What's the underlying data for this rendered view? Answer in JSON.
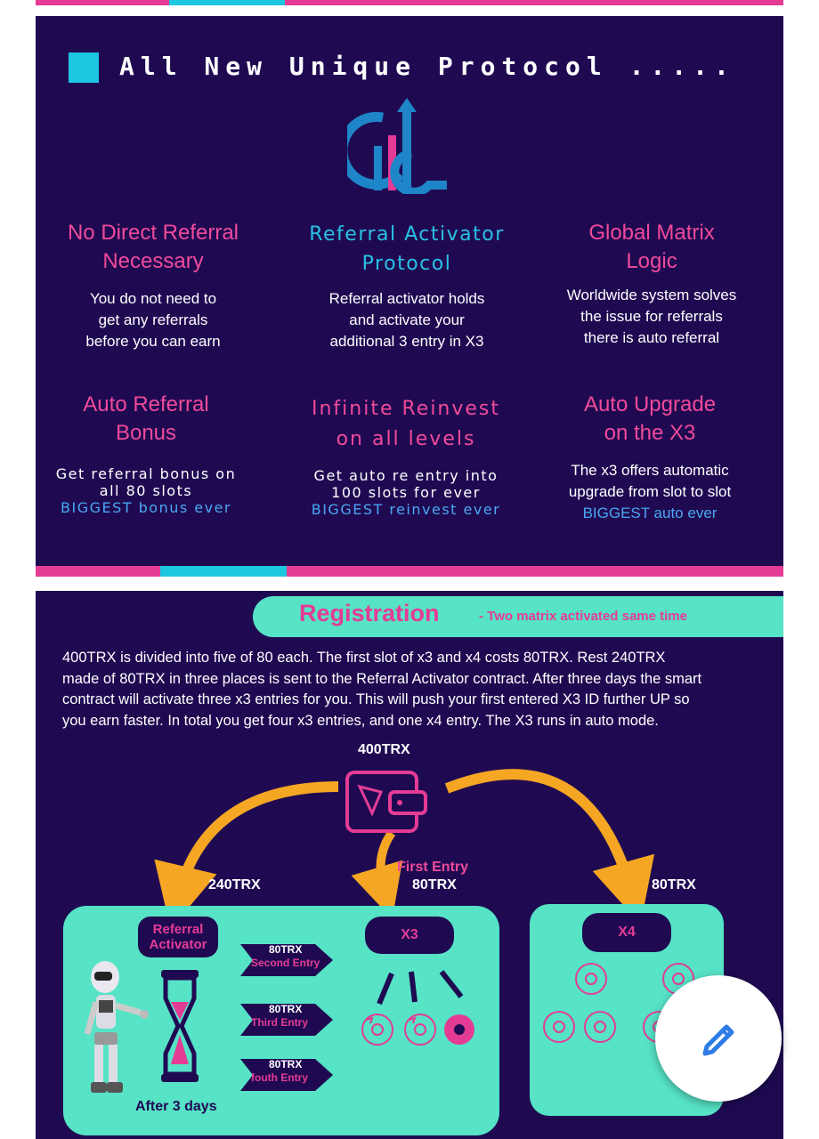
{
  "panel1": {
    "heading": "All New Unique Protocol .....",
    "features": [
      {
        "title_lines": [
          "No Direct Referral",
          "Necessary"
        ],
        "desc_lines": [
          "You do not need to",
          "get any referrals",
          "before you can earn"
        ]
      },
      {
        "title_lines": [
          "Referral Activator",
          "Protocol"
        ],
        "desc_lines": [
          "Referral activator holds",
          "and activate your",
          "additional 3 entry in X3"
        ]
      },
      {
        "title_lines": [
          "Global Matrix",
          "Logic"
        ],
        "desc_lines": [
          "Worldwide system solves",
          "the issue for referrals",
          "there is auto referral"
        ]
      },
      {
        "title_lines": [
          "Auto Referral",
          "Bonus"
        ],
        "desc_lines": [
          "Get referral bonus on",
          "all 80 slots"
        ],
        "highlight": "BIGGEST bonus ever"
      },
      {
        "title_lines": [
          "Infinite Reinvest",
          "on all levels"
        ],
        "desc_lines": [
          "Get auto re entry into",
          "100 slots for ever"
        ],
        "highlight": "BIGGEST reinvest ever"
      },
      {
        "title_lines": [
          "Auto Upgrade",
          "on the X3"
        ],
        "desc_lines": [
          "The x3 offers automatic",
          "upgrade from slot to slot"
        ],
        "highlight": "BIGGEST auto ever"
      }
    ]
  },
  "panel2": {
    "title": "Registration",
    "subtitle": "- Two matrix activated same time",
    "paragraph_lines": [
      "400TRX is divided into five of 80 each. The first slot of x3 and x4 costs 80TRX. Rest 240TRX",
      "made of 80TRX in three places is sent to the Referral Activator contract. After three days the smart",
      "contract will activate three x3 entries for you. This will push your first entered X3 ID further UP so",
      "you earn faster. In total you get four x3 entries, and one x4 entry. The X3 runs in auto mode."
    ],
    "diagram": {
      "total": "400TRX",
      "left_amount": "240TRX",
      "first_entry_label": "First Entry",
      "first_entry_amount": "80TRX",
      "right_amount": "80TRX",
      "activator_lines": [
        "Referral",
        "Activator"
      ],
      "after_days": "After 3 days",
      "entries": [
        {
          "amount": "80TRX",
          "name": "Second Entry"
        },
        {
          "amount": "80TRX",
          "name": "Third Entry"
        },
        {
          "amount": "80TRX",
          "name": "fouth Entry"
        }
      ],
      "x3_label": "X3",
      "x4_label": "X4"
    }
  },
  "colors": {
    "navy": "#1f0a52",
    "pink": "#e43c95",
    "cyan": "#1ec7e0",
    "teal": "#56e3c6",
    "orange": "#f5a623",
    "blue_highlight": "#4ba7f2"
  },
  "icons": {
    "fab": "pencil-icon",
    "wallet": "tron-wallet-icon",
    "robot": "robot-icon",
    "hourglass": "hourglass-icon",
    "slot": "recycle-circle-icon"
  }
}
